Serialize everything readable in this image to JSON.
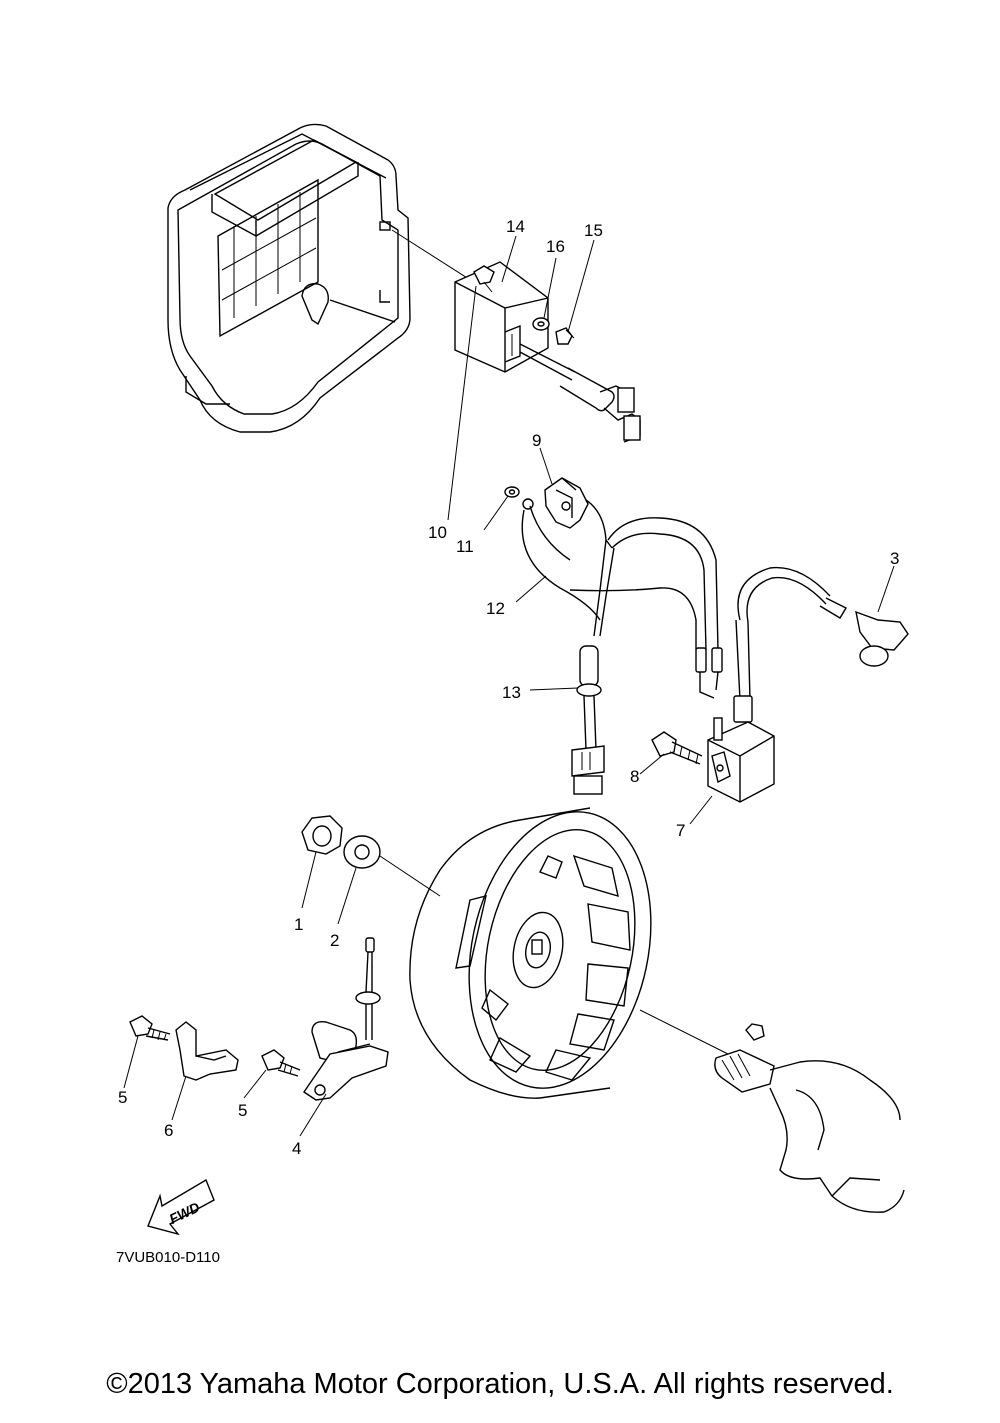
{
  "callouts": [
    {
      "id": "1",
      "label": "1"
    },
    {
      "id": "2",
      "label": "2"
    },
    {
      "id": "3",
      "label": "3"
    },
    {
      "id": "4",
      "label": "4"
    },
    {
      "id": "5a",
      "label": "5"
    },
    {
      "id": "5b",
      "label": "5"
    },
    {
      "id": "6",
      "label": "6"
    },
    {
      "id": "7",
      "label": "7"
    },
    {
      "id": "8",
      "label": "8"
    },
    {
      "id": "9",
      "label": "9"
    },
    {
      "id": "10",
      "label": "10"
    },
    {
      "id": "11",
      "label": "11"
    },
    {
      "id": "12",
      "label": "12"
    },
    {
      "id": "13",
      "label": "13"
    },
    {
      "id": "14",
      "label": "14"
    },
    {
      "id": "15",
      "label": "15"
    },
    {
      "id": "16",
      "label": "16"
    }
  ],
  "fwd_label": "FWD",
  "diagram_code": "7VUB010-D110",
  "copyright": "©2013 Yamaha Motor Corporation, U.S.A. All rights reserved."
}
